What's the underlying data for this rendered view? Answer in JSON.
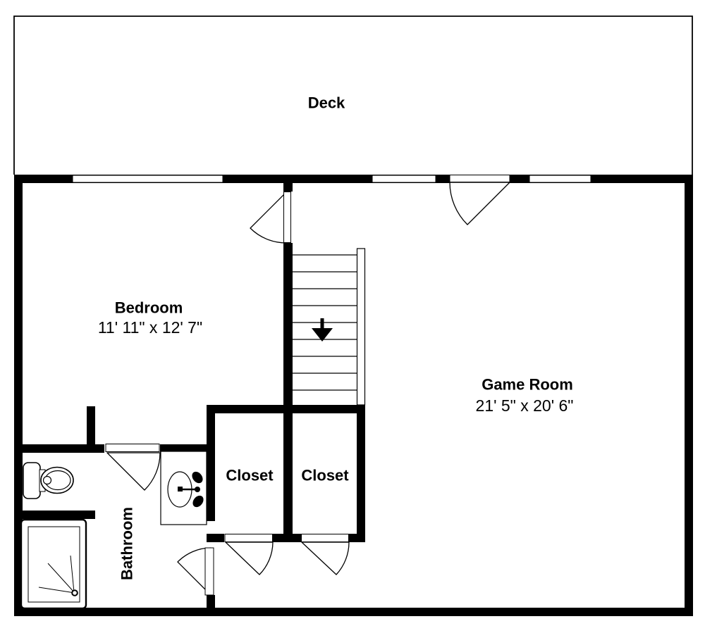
{
  "floor_plan": {
    "background_color": "#ffffff",
    "wall_color": "#000000",
    "rooms": {
      "deck": {
        "label": "Deck"
      },
      "bedroom": {
        "label": "Bedroom",
        "dimensions": "11' 11\" x 12' 7\""
      },
      "game_room": {
        "label": "Game Room",
        "dimensions": "21' 5\" x 20' 6\""
      },
      "closet_left": {
        "label": "Closet"
      },
      "closet_right": {
        "label": "Closet"
      },
      "bathroom": {
        "label": "Bathroom"
      }
    },
    "symbols": {
      "stairs_direction": "down-arrow"
    }
  }
}
